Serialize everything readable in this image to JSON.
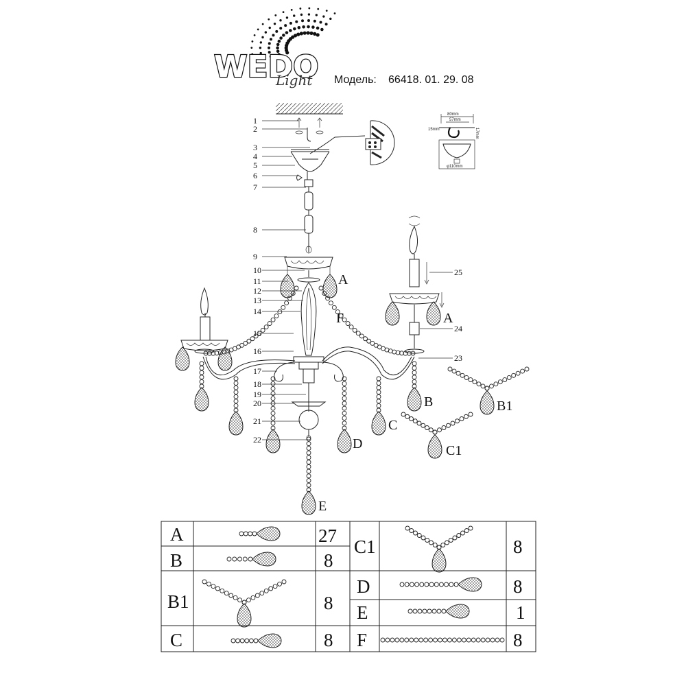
{
  "brand": {
    "name": "WEDO",
    "sub": "Light",
    "model_label": "Модель:",
    "model_number": "66418. 01. 29. 08"
  },
  "inset": {
    "dim_outer": "80mm",
    "dim_inner": "57mm",
    "dim_left": "15mm",
    "dim_right": "17mm",
    "dim_bottom": "φ110mm"
  },
  "callouts": [
    "1",
    "2",
    "3",
    "4",
    "5",
    "6",
    "7",
    "8",
    "9",
    "10",
    "11",
    "12",
    "13",
    "14",
    "15",
    "16",
    "17",
    "18",
    "19",
    "20",
    "21",
    "22",
    "23",
    "24",
    "25"
  ],
  "part_labels": {
    "A_main": "A",
    "A_side": "A",
    "F": "F",
    "B": "B",
    "B1": "B1",
    "C": "C",
    "C1": "C1",
    "D": "D",
    "E": "E"
  },
  "parts_table": {
    "left": [
      {
        "code": "A",
        "qty": "27"
      },
      {
        "code": "B",
        "qty": "8"
      },
      {
        "code": "B1",
        "qty": "8"
      },
      {
        "code": "C",
        "qty": "8"
      }
    ],
    "right": [
      {
        "code": "C1",
        "qty": "8"
      },
      {
        "code": "D",
        "qty": "8"
      },
      {
        "code": "E",
        "qty": "1"
      },
      {
        "code": "F",
        "qty": "8"
      }
    ]
  }
}
